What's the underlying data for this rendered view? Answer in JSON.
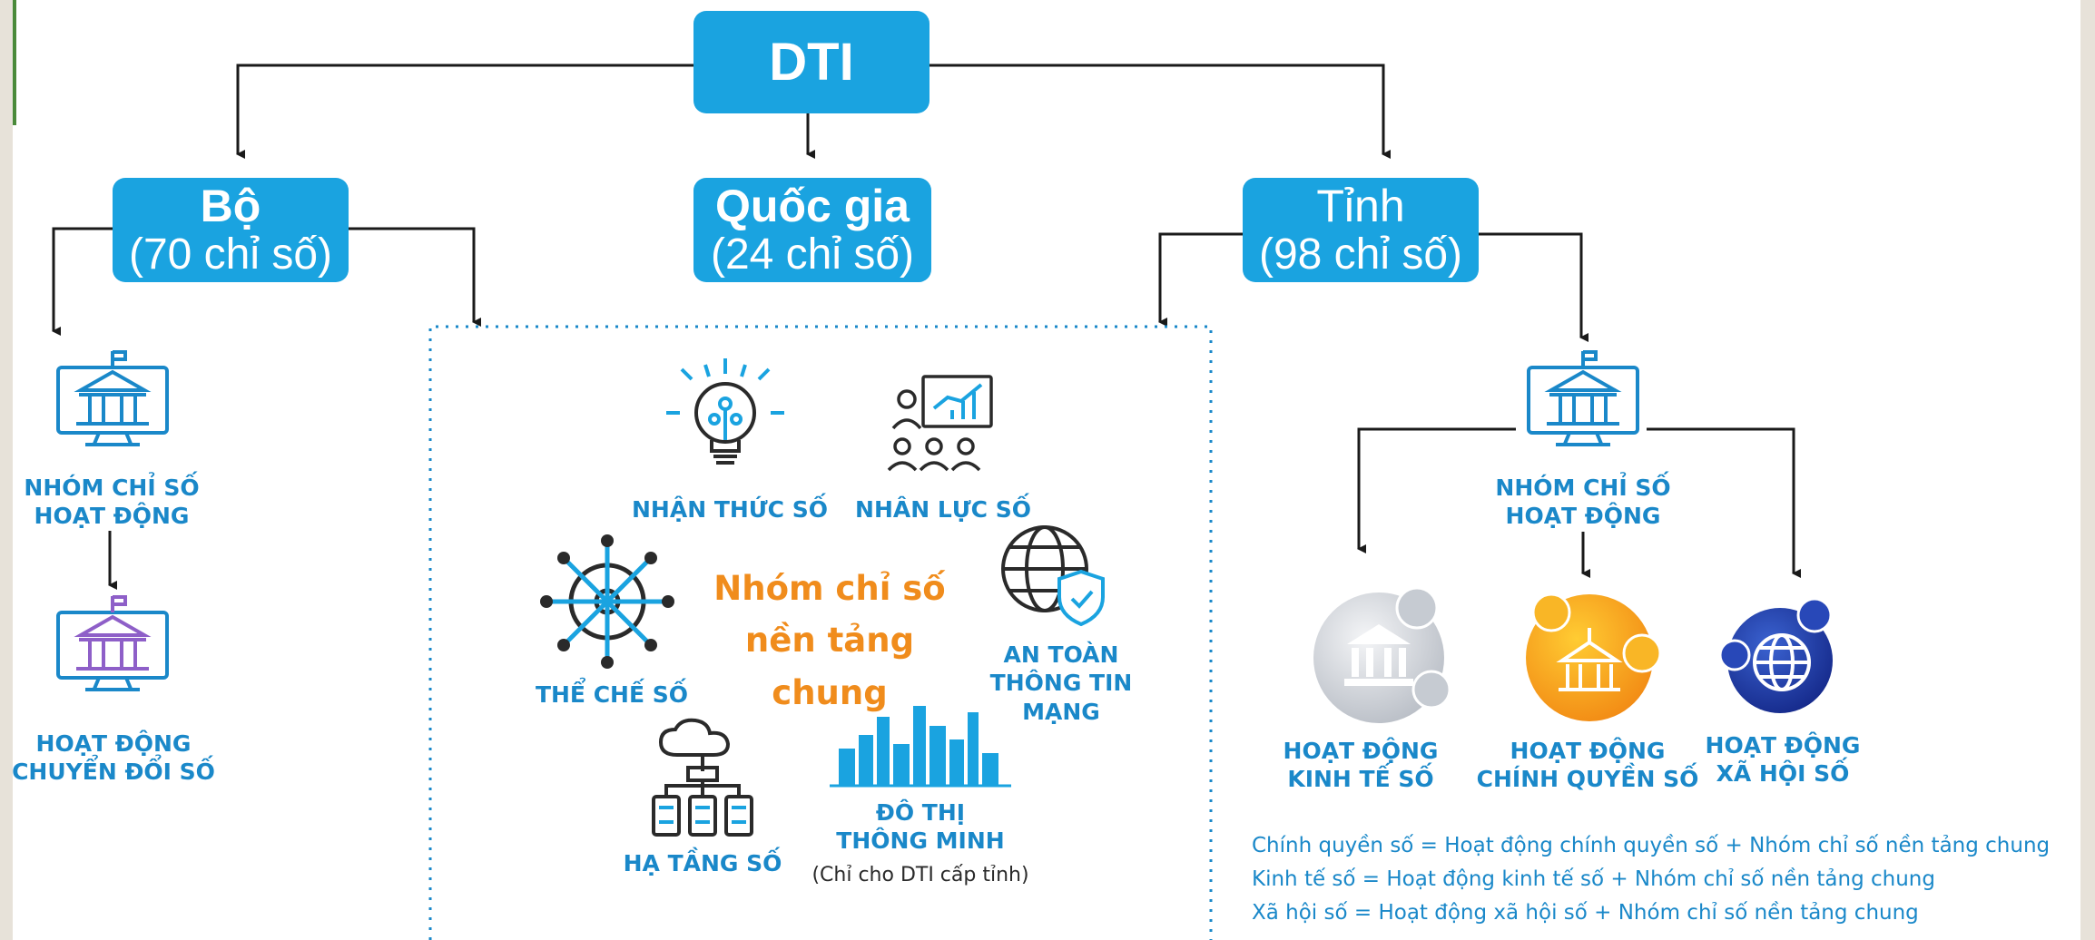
{
  "root": {
    "title": "DTI"
  },
  "bo": {
    "title": "Bộ",
    "count": "(70 chỉ số)"
  },
  "quoc_gia": {
    "title": "Quốc gia",
    "count": "(24 chỉ số)"
  },
  "tinh": {
    "title": "Tỉnh",
    "count": "(98 chỉ số)"
  },
  "left": {
    "group_label": "NHÓM CHỈ SỐ\nHOẠT ĐỘNG",
    "activity_label": "HOẠT ĐỘNG\nCHUYỂN ĐỔI SỐ"
  },
  "center": {
    "nhan_thuc": "NHẬN THỨC SỐ",
    "nhan_luc": "NHÂN LỰC SỐ",
    "the_che": "THỂ CHẾ SỐ",
    "an_toan": "AN TOÀN\nTHÔNG TIN MẠNG",
    "ha_tang": "HẠ TẦNG SỐ",
    "do_thi": "ĐÔ THỊ\nTHÔNG MINH",
    "do_thi_note": "(Chỉ cho DTI cấp tỉnh)",
    "common_group": "Nhóm chỉ số\nnền tảng chung"
  },
  "right": {
    "group_label": "NHÓM CHỈ SỐ\nHOẠT ĐỘNG",
    "kinh_te": "HOẠT ĐỘNG\nKINH TẾ SỐ",
    "chinh_quyen": "HOẠT ĐỘNG\nCHÍNH QUYỀN SỐ",
    "xa_hoi": "HOẠT ĐỘNG\nXÃ HỘI SỐ",
    "formulas": [
      "Chính quyền số = Hoạt động chính quyền số + Nhóm chỉ số nền tảng chung",
      "Kinh tế số = Hoạt động kinh tế số + Nhóm chỉ số nền tảng chung",
      "Xã hội số = Hoạt động xã hội số + Nhóm chỉ số nền tảng chung"
    ]
  },
  "colors": {
    "box": "#1aa3e0",
    "label": "#1a88c9",
    "accent": "#f08c1c",
    "line": "#1a1a1a"
  },
  "icons": [
    "government-building-monitor-icon",
    "government-building-monitor-purple-icon",
    "lightbulb-icon",
    "training-presentation-icon",
    "ship-wheel-icon",
    "globe-shield-icon",
    "cloud-server-network-icon",
    "city-skyline-icon",
    "bank-circle-icon",
    "government-circle-icon",
    "globe-network-circle-icon"
  ]
}
